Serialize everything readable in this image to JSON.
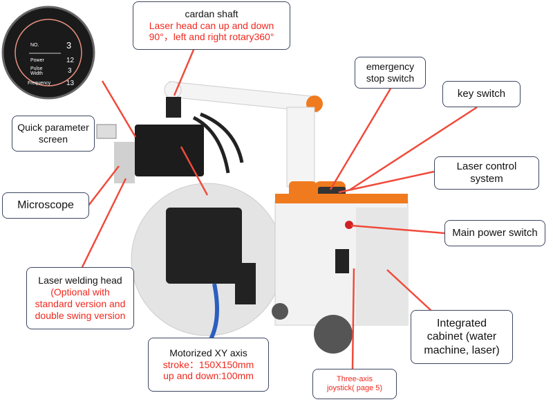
{
  "colors": {
    "accent_red": "#f0281e",
    "arrow": "#f04a3a",
    "border": "#3c4660",
    "machine_orange": "#f07a1e"
  },
  "screen": {
    "rows": [
      {
        "label": "NO.",
        "value": "3"
      },
      {
        "label": "Power",
        "value": "12"
      },
      {
        "label": "Pulse Width",
        "value": "3"
      },
      {
        "label": "Frequency",
        "value": "13"
      }
    ]
  },
  "callouts": {
    "cardan": {
      "title": "cardan shaft",
      "line1": "Laser head can up and down",
      "line2": "90°，left and right rotary360°"
    },
    "quick_screen": {
      "line1": "Quick parameter",
      "line2": "screen"
    },
    "microscope": {
      "title": "Microscope"
    },
    "welding_head": {
      "title": "Laser welding head",
      "line1": "(Optional with",
      "line2": "standard version and",
      "line3": "double swing version"
    },
    "xy_axis": {
      "title": "Motorized XY axis",
      "line1": "stroke：150X150mm",
      "line2": "up and down:100mm"
    },
    "joystick": {
      "line1": "Three-axis",
      "line2": "joystick( page 5)"
    },
    "cabinet": {
      "line1": "Integrated",
      "line2": "cabinet (water",
      "line3": "machine, laser)"
    },
    "main_power": {
      "title": "Main power switch"
    },
    "laser_control": {
      "line1": "Laser control",
      "line2": "system"
    },
    "key_switch": {
      "title": "key switch"
    },
    "emergency": {
      "line1": "emergency",
      "line2": "stop switch"
    }
  }
}
